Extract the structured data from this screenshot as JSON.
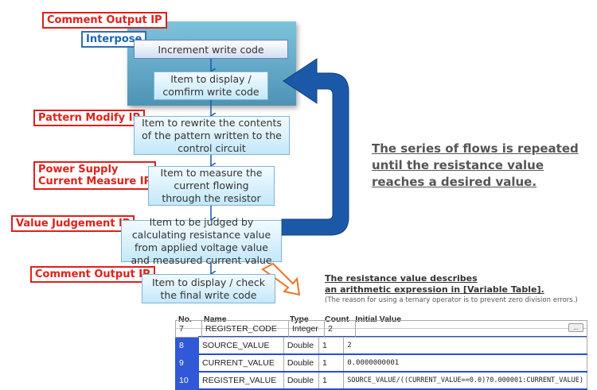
{
  "labels": {
    "comment_output_top": "Comment Output IP",
    "interpose": "Interpose",
    "pattern_modify": "Pattern Modify IP",
    "power_supply_line1": "Power Supply",
    "power_supply_line2": "Current Measure IP",
    "value_judgement": "Value Judgement IP",
    "comment_output_bottom": "Comment Output IP"
  },
  "steps": {
    "increment": "Increment write code",
    "display_confirm": "Item to display / comfirm write code",
    "rewrite": "Item to rewrite the contents of the pattern written to the control circuit",
    "measure": "Item to measure the current flowing through the resistor",
    "judge": "Item to be judged by calculating resistance value from applied voltage value and measured current value",
    "final": "Item to display / check the final write code"
  },
  "note": {
    "repeat": "The series of flows is repeated until the resistance value reaches a desired value.",
    "expr_line1": "The resistance value describes",
    "expr_line2": "an arithmetic expression in [Variable Table].",
    "expr_sub": "(The reason for using a ternary operator is to prevent zero division errors.)"
  },
  "table": {
    "headers": [
      "No.",
      "Name",
      "Type",
      "Count",
      "Initial Value"
    ],
    "partial_row": {
      "no": "7",
      "name": "REGISTER_CODE",
      "type": "Integer",
      "count": "2",
      "value": "..."
    },
    "rows": [
      {
        "no": "8",
        "name": "SOURCE_VALUE",
        "type": "Double",
        "count": "1",
        "value": "2"
      },
      {
        "no": "9",
        "name": "CURRENT_VALUE",
        "type": "Double",
        "count": "1",
        "value": "0.0000000001"
      },
      {
        "no": "10",
        "name": "REGISTER_VALUE",
        "type": "Double",
        "count": "1",
        "value": "SOURCE_VALUE/((CURRENT_VALUE==0.0)?0.000001:CURRENT_VALUE)"
      }
    ]
  },
  "colors": {
    "red_label": "#e0201a",
    "blue_label": "#2d6fb6",
    "loop_arrow": "#1b59a8",
    "orange_arrow": "#e8742a",
    "teal_panel": "#5fa4c2",
    "row_number_bg": "#3158d6"
  }
}
